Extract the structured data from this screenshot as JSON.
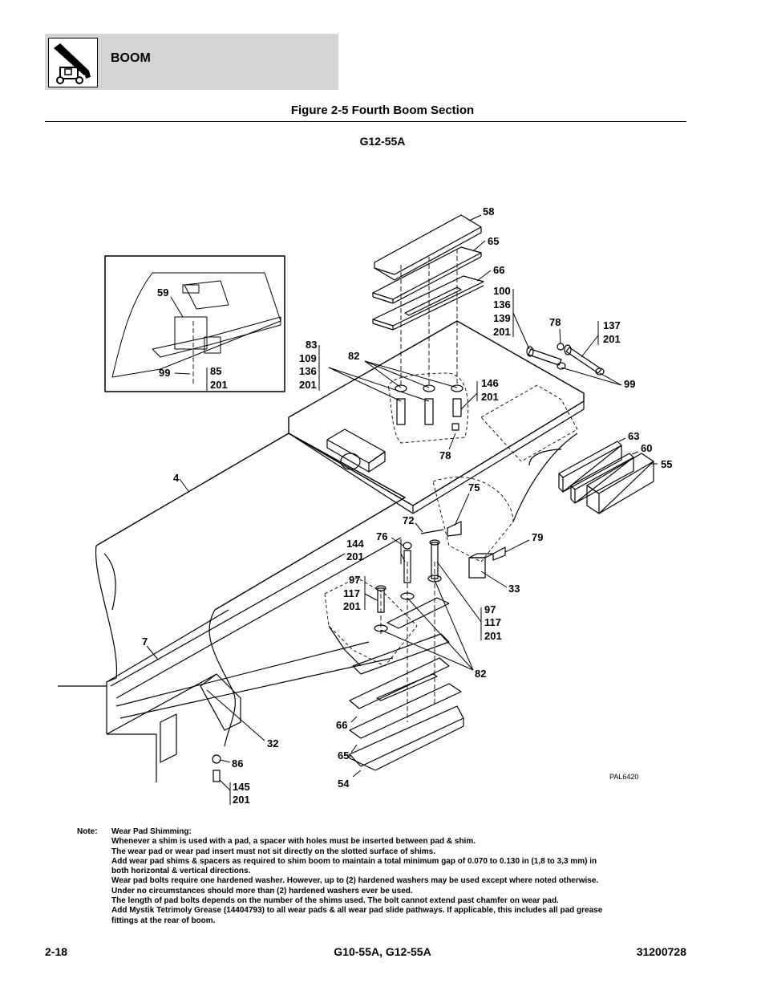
{
  "header": {
    "section_title": "BOOM",
    "figure_title": "Figure 2-5 Fourth Boom Section",
    "model": "G12-55A"
  },
  "callouts": {
    "c58": "58",
    "c65_top": "65",
    "c66_top": "66",
    "c100": "100",
    "c136_a": "136",
    "c139": "139",
    "c201_a": "201",
    "c78_top": "78",
    "c137": "137",
    "c201_b": "201",
    "c83": "83",
    "c109": "109",
    "c136_b": "136",
    "c201_c": "201",
    "c82_top": "82",
    "c146": "146",
    "c201_d": "201",
    "c99_right": "99",
    "c78_mid": "78",
    "c63": "63",
    "c60": "60",
    "c55": "55",
    "c59": "59",
    "c99_inset": "99",
    "c85": "85",
    "c201_inset": "201",
    "c4": "4",
    "c75": "75",
    "c72": "72",
    "c76": "76",
    "c79": "79",
    "c144": "144",
    "c201_e": "201",
    "c97_left": "97",
    "c117_left": "117",
    "c201_f": "201",
    "c33": "33",
    "c97_right": "97",
    "c117_right": "117",
    "c201_g": "201",
    "c7": "7",
    "c82_bottom": "82",
    "c32": "32",
    "c86": "86",
    "c66_bottom": "66",
    "c65_bottom": "65",
    "c54": "54",
    "c145": "145",
    "c201_h": "201"
  },
  "drawing_ref": "PAL6420",
  "note": {
    "label": "Note:",
    "lines": [
      "Wear Pad Shimming:",
      "Whenever a shim is used with a pad, a spacer with holes must be inserted between pad & shim.",
      "The wear pad or wear pad insert must not sit directly on the slotted surface of shims.",
      "Add wear pad shims & spacers as required to shim boom to maintain a total minimum gap of 0.070 to 0.130 in (1,8 to 3,3 mm) in",
      "both horizontal & vertical directions.",
      "Wear pad bolts require one hardened washer. However, up to (2) hardened washers may be used except where noted otherwise.",
      "Under no circumstances should more than (2) hardened washers ever be used.",
      "The length of pad bolts depends on the number of the shims used. The bolt cannot extend past chamfer on wear pad.",
      "Add Mystik Tetrimoly Grease (14404793) to all wear pads & all wear pad slide pathways. If applicable, this includes all pad grease",
      "fittings at the rear of boom."
    ]
  },
  "footer": {
    "page": "2-18",
    "models": "G10-55A, G12-55A",
    "doc_number": "31200728"
  }
}
